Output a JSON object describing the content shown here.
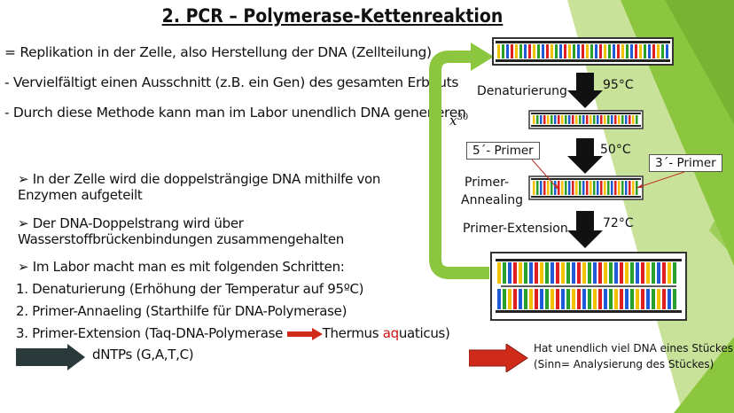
{
  "title": "2. PCR – Polymerase-Kettenreaktion",
  "intro_lines": [
    "= Replikation in der Zelle, also Herstellung der DNA (Zellteilung)",
    "- Vervielfältigt einen Ausschnitt (z.B. ein Gen) des gesamten Erbguts",
    "- Durch diese Methode kann man im Labor unendlich DNA generieren"
  ],
  "bullets": [
    "In der Zelle wird die doppelsträngige DNA mithilfe von Enzymen aufgeteilt",
    "Der DNA-Doppelstrang wird über Wasserstoffbrückenbindungen zusammengehalten",
    "Im Labor macht man es mit folgenden Schritten:"
  ],
  "steps": [
    "1. Denaturierung (Erhöhung der Temperatur auf 95ºC)",
    "2. Primer-Annaeling (Starthilfe für DNA-Polymerase)"
  ],
  "step3": {
    "prefix": "3. Primer-Extension (Taq-DNA-Polymerase",
    "t1": "Thermus ",
    "t2": "aq",
    "t3": "uaticus)"
  },
  "dntps": "dNTPs (G,A,T,C)",
  "diagram": {
    "multiplier": "x",
    "multiplier_exp": "30",
    "denat": "Denaturierung",
    "temp1": "95°C",
    "temp2": "50°C",
    "temp3": "72°C",
    "primer5": "5´- Primer",
    "primer3": "3´- Primer",
    "annealing_l1": "Primer-",
    "annealing_l2": "Annealing",
    "extension": "Primer-Extension"
  },
  "result": [
    "Hat unendlich viel DNA eines Stückes",
    "(Sinn= Analysierung des Stückes)"
  ],
  "colors": {
    "green": "#8cc63f",
    "dark_arrow": "#2a3a3a",
    "red_arrow": "#d02a1a",
    "dna": [
      "#e02020",
      "#1e5bd8",
      "#2aa02a",
      "#f2c200"
    ]
  }
}
